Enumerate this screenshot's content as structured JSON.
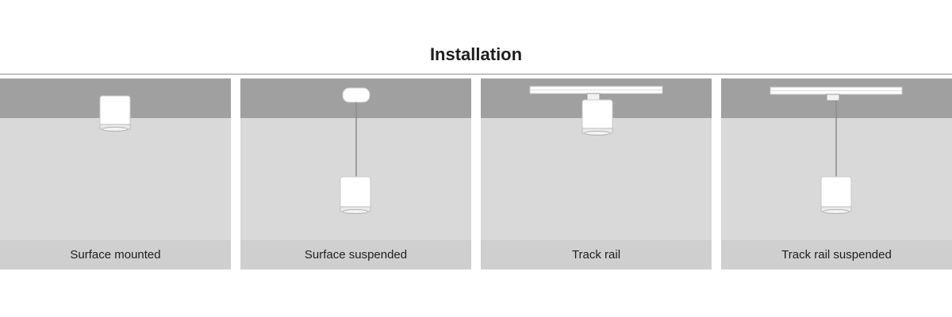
{
  "header": {
    "title": "Installation"
  },
  "panels": [
    {
      "label": "Surface mounted"
    },
    {
      "label": "Surface suspended"
    },
    {
      "label": "Track rail"
    },
    {
      "label": "Track rail suspended"
    }
  ],
  "colors": {
    "ceiling": "#a0a0a0",
    "wall": "#d9d9d9",
    "label_band": "#cfcfcf",
    "fixture": "#ffffff",
    "text": "#1e1e1e"
  }
}
